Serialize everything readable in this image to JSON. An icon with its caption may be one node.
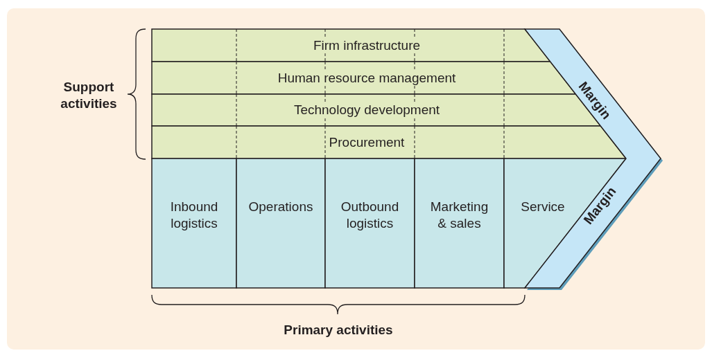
{
  "diagram": {
    "nodes": [
      {
        "text": [
          "Firm infrastructure"
        ]
      },
      {
        "text": [
          "Human resource management"
        ]
      },
      {
        "text": [
          "Technology development"
        ]
      },
      {
        "text": [
          "Procurement"
        ]
      },
      {
        "text": [
          "Inbound logistics"
        ]
      },
      {
        "text": [
          "Operations"
        ]
      },
      {
        "text": [
          "Outbound logistics"
        ]
      },
      {
        "text": [
          "Marketing & sales"
        ]
      },
      {
        "text": [
          "Service"
        ]
      },
      {
        "text": [
          "Margin",
          "Margin"
        ]
      }
    ],
    "edges": [],
    "labels": [
      "Support activities",
      "Primary activities"
    ]
  }
}
